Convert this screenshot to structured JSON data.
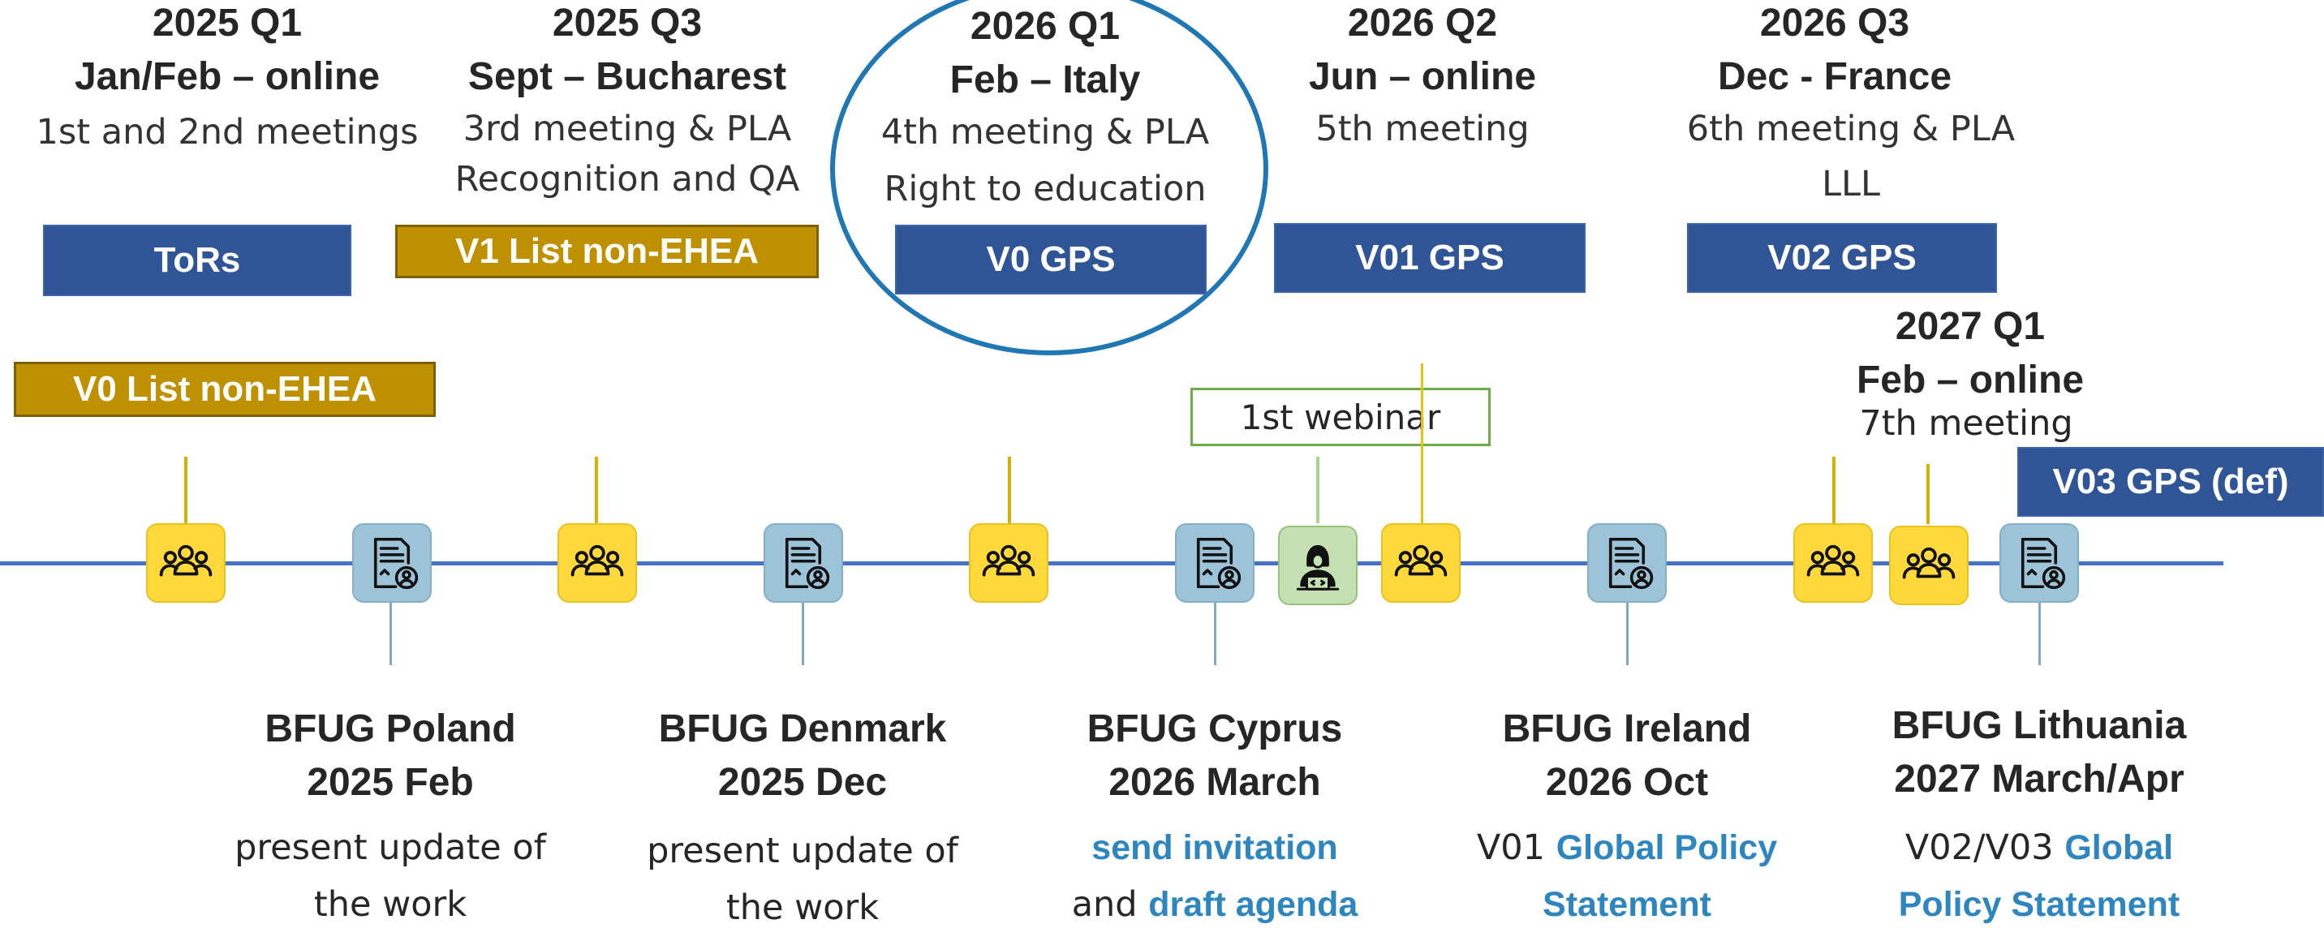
{
  "top_columns": [
    {
      "quarter": "2025 Q1",
      "location": "Jan/Feb – online",
      "line1": "1st and 2nd  meetings",
      "line2": ""
    },
    {
      "quarter": "2025 Q3",
      "location": "Sept – Bucharest",
      "line1": "3rd meeting & PLA",
      "line2": "Recognition and QA"
    },
    {
      "quarter": "2026 Q1",
      "location": "Feb – Italy",
      "line1": "4th meeting & PLA",
      "line2": "Right to education"
    },
    {
      "quarter": "2026 Q2",
      "location": "Jun – online",
      "line1": "5th meeting",
      "line2": ""
    },
    {
      "quarter": "2026 Q3",
      "location": "Dec - France",
      "line1": "6th meeting & PLA",
      "line2": "LLL"
    }
  ],
  "q2027": {
    "quarter": "2027 Q1",
    "location": "Feb – online",
    "line1": "7th meeting"
  },
  "boxes": {
    "tors": "ToRs",
    "v1_list": "V1 List non-EHEA",
    "v0_gps": "V0 GPS",
    "v01_gps": "V01 GPS",
    "v02_gps": "V02 GPS",
    "v0_list": "V0 List non-EHEA",
    "v03_gps": "V03 GPS (def)",
    "webinar": "1st webinar"
  },
  "bfug": [
    {
      "title": "BFUG Poland",
      "date": "2025 Feb",
      "desc": [
        {
          "pre": "present update of",
          "hl": "",
          "post": ""
        },
        {
          "pre": "the work",
          "hl": "",
          "post": ""
        }
      ]
    },
    {
      "title": "BFUG Denmark",
      "date": "2025 Dec",
      "desc": [
        {
          "pre": "present update of",
          "hl": "",
          "post": ""
        },
        {
          "pre": "the work",
          "hl": "",
          "post": ""
        }
      ]
    },
    {
      "title": "BFUG Cyprus",
      "date": "2026 March",
      "desc": [
        {
          "pre": "",
          "hl": "send invitation",
          "post": ""
        },
        {
          "pre": "and ",
          "hl": "draft agenda",
          "post": ""
        }
      ]
    },
    {
      "title": "BFUG Ireland",
      "date": "2026 Oct",
      "desc": [
        {
          "pre": "V01 ",
          "hl": "Global Policy",
          "post": ""
        },
        {
          "pre": "",
          "hl": "Statement",
          "post": ""
        }
      ]
    },
    {
      "title": "BFUG Lithuania",
      "date": "2027 March/Apr",
      "desc": [
        {
          "pre": "V02/V03 ",
          "hl": "Global",
          "post": ""
        },
        {
          "pre": "",
          "hl": "Policy Statement",
          "post": ""
        }
      ]
    }
  ],
  "icons": [
    "meeting-group-icon",
    "document-user-icon",
    "webinar-person-icon"
  ],
  "colors": {
    "timeline": "#4472c4",
    "box_blue": "#2f5597",
    "box_gold": "#bf9000",
    "icon_yellow": "#ffd93b",
    "icon_blue": "#9dc3d8",
    "icon_green": "#c5e0b3",
    "highlight": "#2e86c1",
    "circle": "#1f77b4"
  }
}
